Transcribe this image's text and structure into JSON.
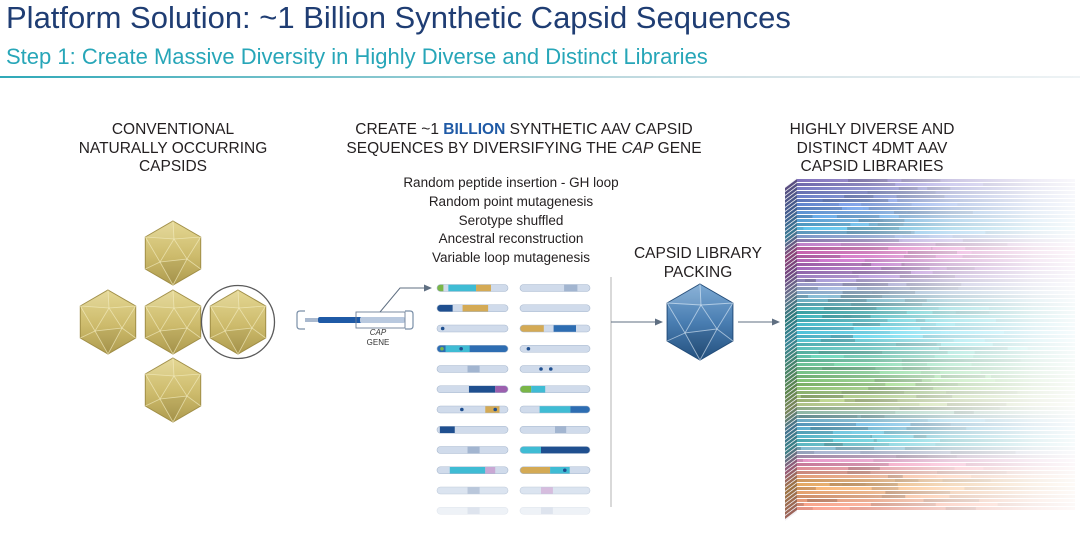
{
  "colors": {
    "title": "#1f3d73",
    "subtitle": "#27a6b8",
    "text": "#231f20",
    "highlight": "#1f5aa6",
    "natural_capsid": "#cdbb6c",
    "library_capsid": "#3f73a8",
    "sequence_palette": {
      "base": "#d0dbeb",
      "navy": "#1f4f8f",
      "blue": "#2d6db2",
      "cyan": "#3fbcd4",
      "tan": "#d4aa55",
      "green": "#7ab648",
      "purple": "#9c5fae",
      "lilac": "#c9a8d4",
      "mid": "#a2b5d0"
    }
  },
  "icons": {
    "natural_capsid": "capsid-icon",
    "library_capsid": "capsid-icon",
    "plasmid": "plasmid-icon",
    "library_stack": "library-stack-icon",
    "arrow": "arrow-right-icon"
  },
  "header": {
    "title": "Platform Solution: ~1 Billion Synthetic Capsid Sequences",
    "subtitle": "Step 1: Create Massive Diversity in Highly Diverse and Distinct Libraries"
  },
  "columns": {
    "conventional": {
      "lines": [
        "CONVENTIONAL",
        "NATURALLY OCCURRING",
        "CAPSIDS"
      ]
    },
    "create": {
      "line1": {
        "pre": "CREATE ~1 ",
        "bold": "BILLION",
        "post": " SYNTHETIC AAV CAPSID"
      },
      "line2": {
        "pre": "SEQUENCES BY DIVERSIFYING THE ",
        "italic": "CAP",
        "post": " GENE"
      }
    },
    "library": {
      "lines": [
        "HIGHLY DIVERSE AND",
        "DISTINCT 4DMT AAV",
        "CAPSID LIBRARIES"
      ]
    }
  },
  "methods": [
    "Random peptide insertion - GH loop",
    "Random point mutagenesis",
    "Serotype shuffled",
    "Ancestral reconstruction",
    "Variable loop mutagenesis"
  ],
  "cap_gene_label": [
    "CAP",
    "GENE"
  ],
  "packing_label": [
    "CAPSID LIBRARY",
    "PACKING"
  ]
}
